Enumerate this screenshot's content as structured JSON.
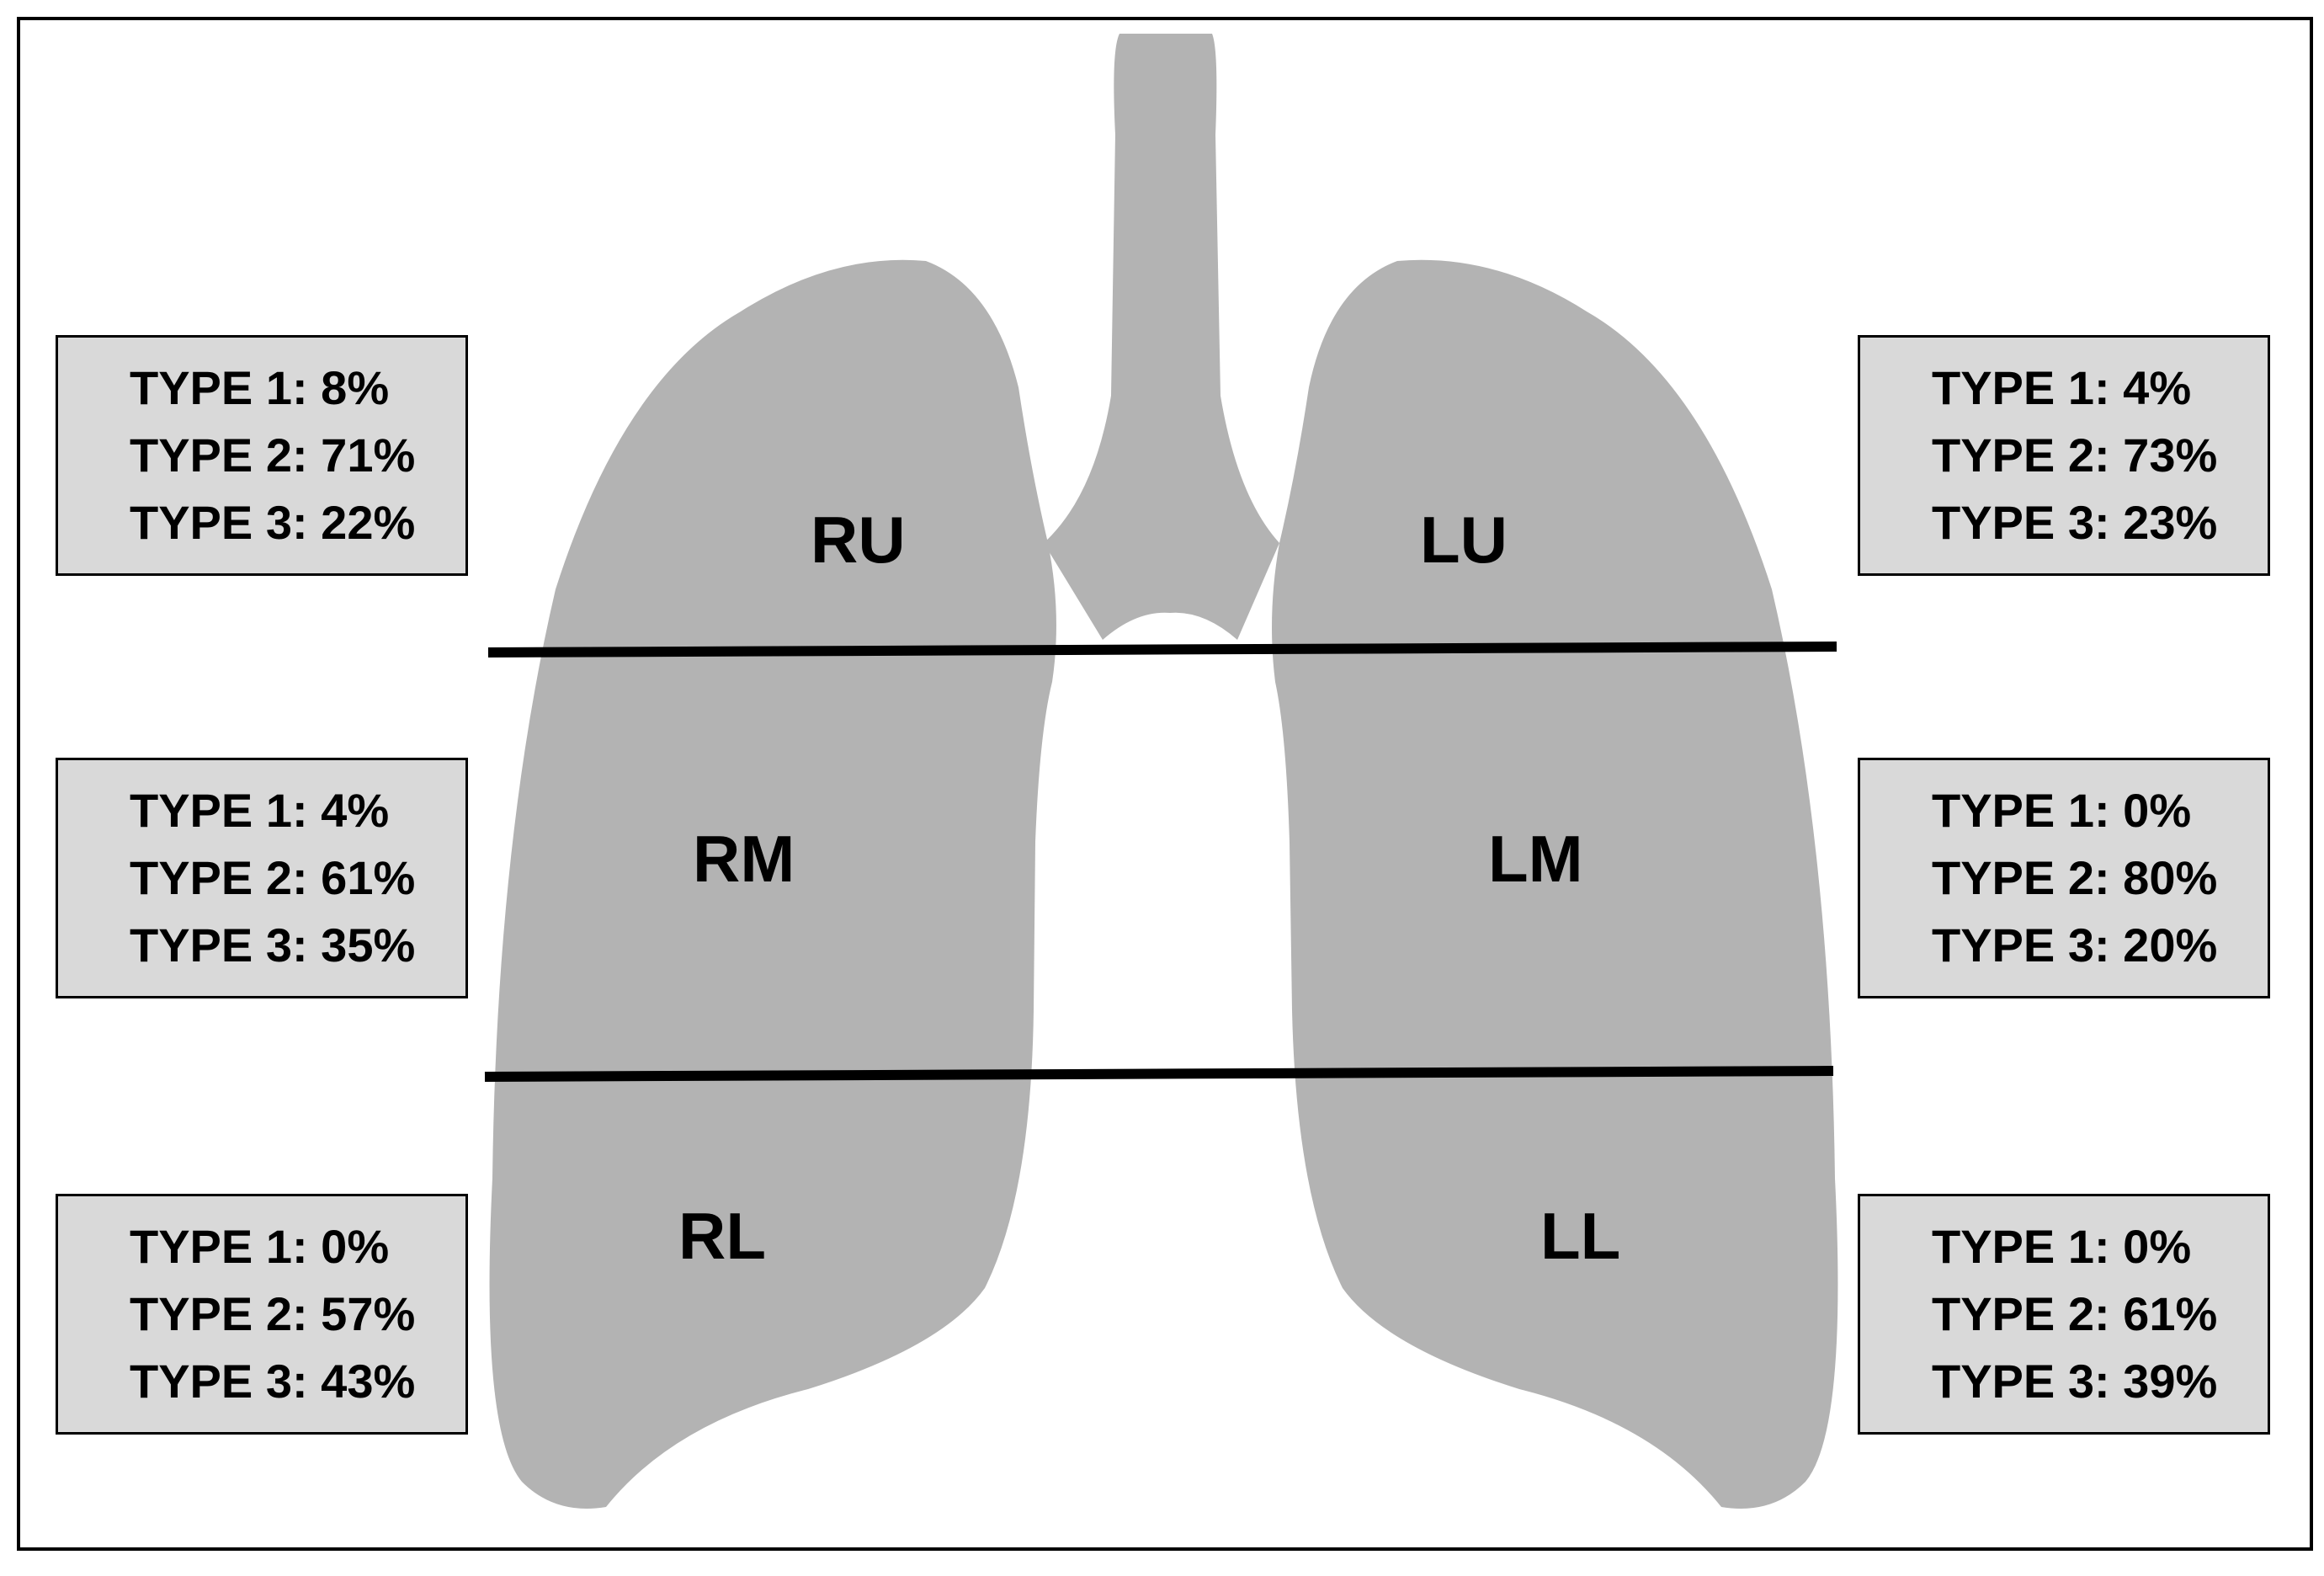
{
  "colors": {
    "lung_fill": "#b3b3b3",
    "box_fill": "#d9d9d9",
    "line": "#000000"
  },
  "regions": {
    "ru": {
      "label": "RU",
      "type1": "TYPE 1: 8%",
      "type2": "TYPE 2: 71%",
      "type3": "TYPE 3: 22%"
    },
    "rm": {
      "label": "RM",
      "type1": "TYPE 1: 4%",
      "type2": "TYPE 2: 61%",
      "type3": "TYPE 3: 35%"
    },
    "rl": {
      "label": "RL",
      "type1": "TYPE 1: 0%",
      "type2": "TYPE 2: 57%",
      "type3": "TYPE 3: 43%"
    },
    "lu": {
      "label": "LU",
      "type1": "TYPE 1: 4%",
      "type2": "TYPE 2: 73%",
      "type3": "TYPE 3: 23%"
    },
    "lm": {
      "label": "LM",
      "type1": "TYPE 1: 0%",
      "type2": "TYPE 2: 80%",
      "type3": "TYPE 3: 20%"
    },
    "ll": {
      "label": "LL",
      "type1": "TYPE 1: 0%",
      "type2": "TYPE 2: 61%",
      "type3": "TYPE 3: 39%"
    }
  }
}
